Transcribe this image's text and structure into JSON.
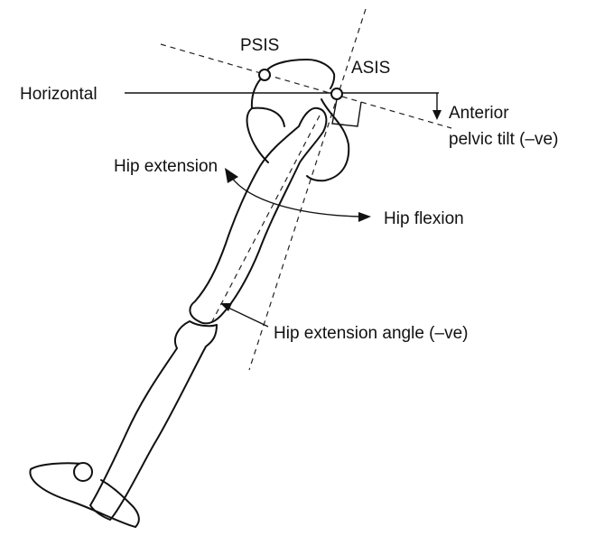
{
  "labels": {
    "psis": "PSIS",
    "asis": "ASIS",
    "horizontal": "Horizontal",
    "anterior_pelvic_tilt_line1": "Anterior",
    "anterior_pelvic_tilt_line2": "pelvic tilt (–ve)",
    "hip_extension": "Hip extension",
    "hip_flexion": "Hip flexion",
    "hip_extension_angle": "Hip extension angle (–ve)"
  },
  "colors": {
    "ink": "#111111",
    "background": "#ffffff"
  }
}
